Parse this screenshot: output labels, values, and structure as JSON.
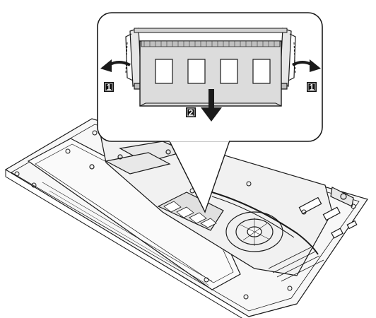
{
  "diagram": {
    "step_badges": [
      {
        "id": "left",
        "label": "1"
      },
      {
        "id": "right",
        "label": "1"
      },
      {
        "id": "down",
        "label": "2"
      }
    ],
    "colors": {
      "line": "#1a1a1a",
      "badge_fill": "#111111",
      "badge_text": "#ffffff",
      "module_fill": "#d9d9d9",
      "chip_fill": "#ffffff",
      "callout_fill": "#ffffff",
      "base_fill": "#f4f4f4"
    },
    "icons": [
      "arrow-left-icon",
      "arrow-right-icon",
      "arrow-down-icon"
    ]
  }
}
